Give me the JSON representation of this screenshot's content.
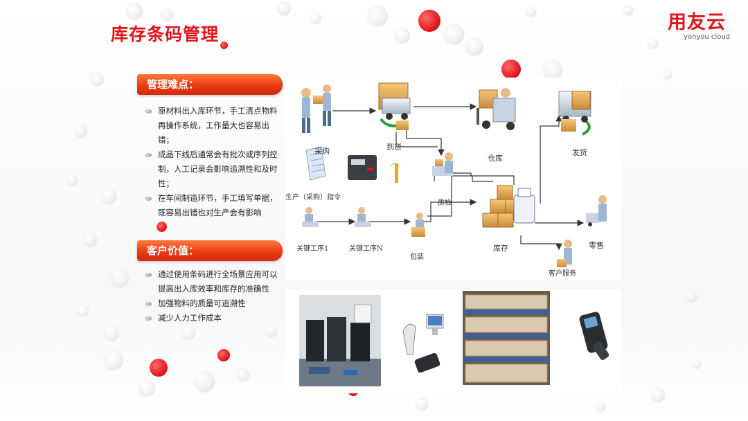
{
  "slide": {
    "title": "库存条码管理",
    "logo": {
      "cn": "用友云",
      "en": "yonyou cloud"
    }
  },
  "sections": [
    {
      "header": "管理难点：",
      "items": [
        "原材料出入库环节，手工清点物料再操作系统，工作量大也容易出错；",
        "成品下线后通常会有批次或序列控制，人工记录会影响追溯性和及时性；",
        "在车间制造环节，手工填写单据，既容易出错也对生产会有影响"
      ]
    },
    {
      "header": "客户价值：",
      "items": [
        "通过使用条码进行全场景应用可以提高出入库效率和库存的准确性",
        "加强物料的质量可追溯性",
        "减少人力工作成本"
      ]
    }
  ],
  "diagram": {
    "labels": {
      "purchase": "采购",
      "arrival": "到货",
      "warehouse": "仓库",
      "shipping": "发货",
      "instruction": "生产（采购）指令",
      "quality": "质检",
      "process1": "关键工序1",
      "processN": "关键工序N",
      "packing": "包装",
      "inventory": "库存",
      "retail": "零售",
      "customer_service": "客户服务"
    }
  },
  "colors": {
    "accent": "#e1141c",
    "header": "#ea3b14"
  }
}
